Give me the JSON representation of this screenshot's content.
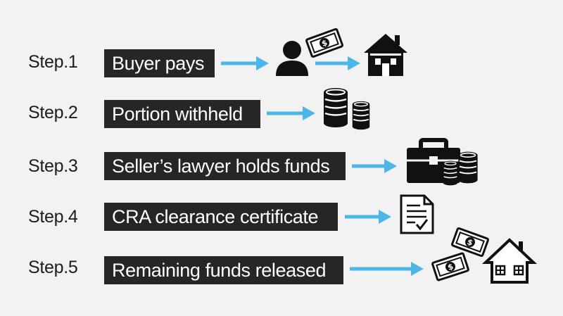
{
  "steps": [
    {
      "label": "Step.1",
      "text": "Buyer pays",
      "icons": [
        "person-icon",
        "cash-icon",
        "house-icon"
      ]
    },
    {
      "label": "Step.2",
      "text": "Portion withheld",
      "icons": [
        "coin-stacks-icon"
      ]
    },
    {
      "label": "Step.3",
      "text": "Seller’s lawyer holds funds",
      "icons": [
        "briefcase-icon",
        "coin-stacks-icon"
      ]
    },
    {
      "label": "Step.4",
      "text": "CRA clearance certificate",
      "icons": [
        "certificate-document-icon"
      ]
    },
    {
      "label": "Step.5",
      "text": "Remaining funds released",
      "icons": [
        "cash-icon",
        "cash-icon",
        "house-icon"
      ]
    }
  ],
  "colors": {
    "background": "#f2f2f2",
    "box": "#262626",
    "box_text": "#ffffff",
    "arrow": "#4db6e8",
    "icon": "#111111"
  }
}
